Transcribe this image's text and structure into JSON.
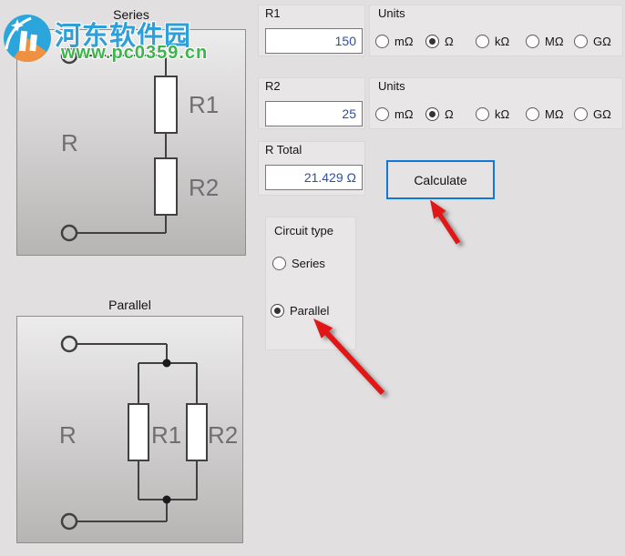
{
  "watermark": {
    "site_name": "河东软件园",
    "site_url": "www.pc0359.cn"
  },
  "diagrams": {
    "series": {
      "title": "Series",
      "r_label": "R",
      "r1_label": "R1",
      "r2_label": "R2"
    },
    "parallel": {
      "title": "Parallel",
      "r_label": "R",
      "r1_label": "R1",
      "r2_label": "R2"
    }
  },
  "inputs": {
    "r1": {
      "label": "R1",
      "value": "150"
    },
    "r2": {
      "label": "R2",
      "value": "25"
    },
    "r_total": {
      "label": "R Total",
      "value": "21.429 Ω"
    }
  },
  "units_r1": {
    "label": "Units",
    "selected": "Ω",
    "options": [
      {
        "label": "mΩ",
        "selected": false
      },
      {
        "label": "Ω",
        "selected": true
      },
      {
        "label": "kΩ",
        "selected": false
      },
      {
        "label": "MΩ",
        "selected": false
      },
      {
        "label": "GΩ",
        "selected": false
      }
    ]
  },
  "units_r2": {
    "label": "Units",
    "selected": "Ω",
    "options": [
      {
        "label": "mΩ",
        "selected": false
      },
      {
        "label": "Ω",
        "selected": true
      },
      {
        "label": "kΩ",
        "selected": false
      },
      {
        "label": "MΩ",
        "selected": false
      },
      {
        "label": "GΩ",
        "selected": false
      }
    ]
  },
  "actions": {
    "calculate": "Calculate"
  },
  "circuit_type": {
    "label": "Circuit type",
    "selected": "Parallel",
    "options": [
      {
        "label": "Series",
        "selected": false
      },
      {
        "label": "Parallel",
        "selected": true
      }
    ]
  },
  "colors": {
    "window_bg": "#e1dfdf",
    "focus_accent": "#1278d6",
    "value_text_blue": "#2b50a8",
    "arrow_red": "#e11414",
    "watermark_blue": "#2e9fd8",
    "watermark_green": "#3cb54b",
    "diagram_label_gray": "#6f6f6f"
  }
}
